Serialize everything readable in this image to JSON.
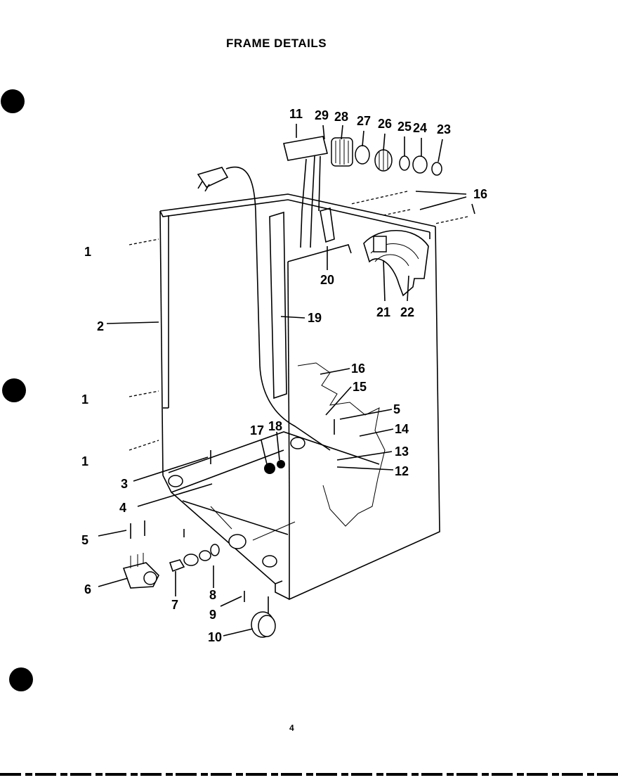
{
  "title": "FRAME DETAILS",
  "page_number": "4",
  "callouts": [
    "1",
    "1",
    "1",
    "2",
    "3",
    "4",
    "5",
    "5",
    "6",
    "7",
    "8",
    "9",
    "10",
    "11",
    "12",
    "13",
    "14",
    "15",
    "16",
    "16",
    "17",
    "18",
    "19",
    "20",
    "21",
    "22",
    "23",
    "24",
    "25",
    "26",
    "27",
    "28",
    "29"
  ]
}
